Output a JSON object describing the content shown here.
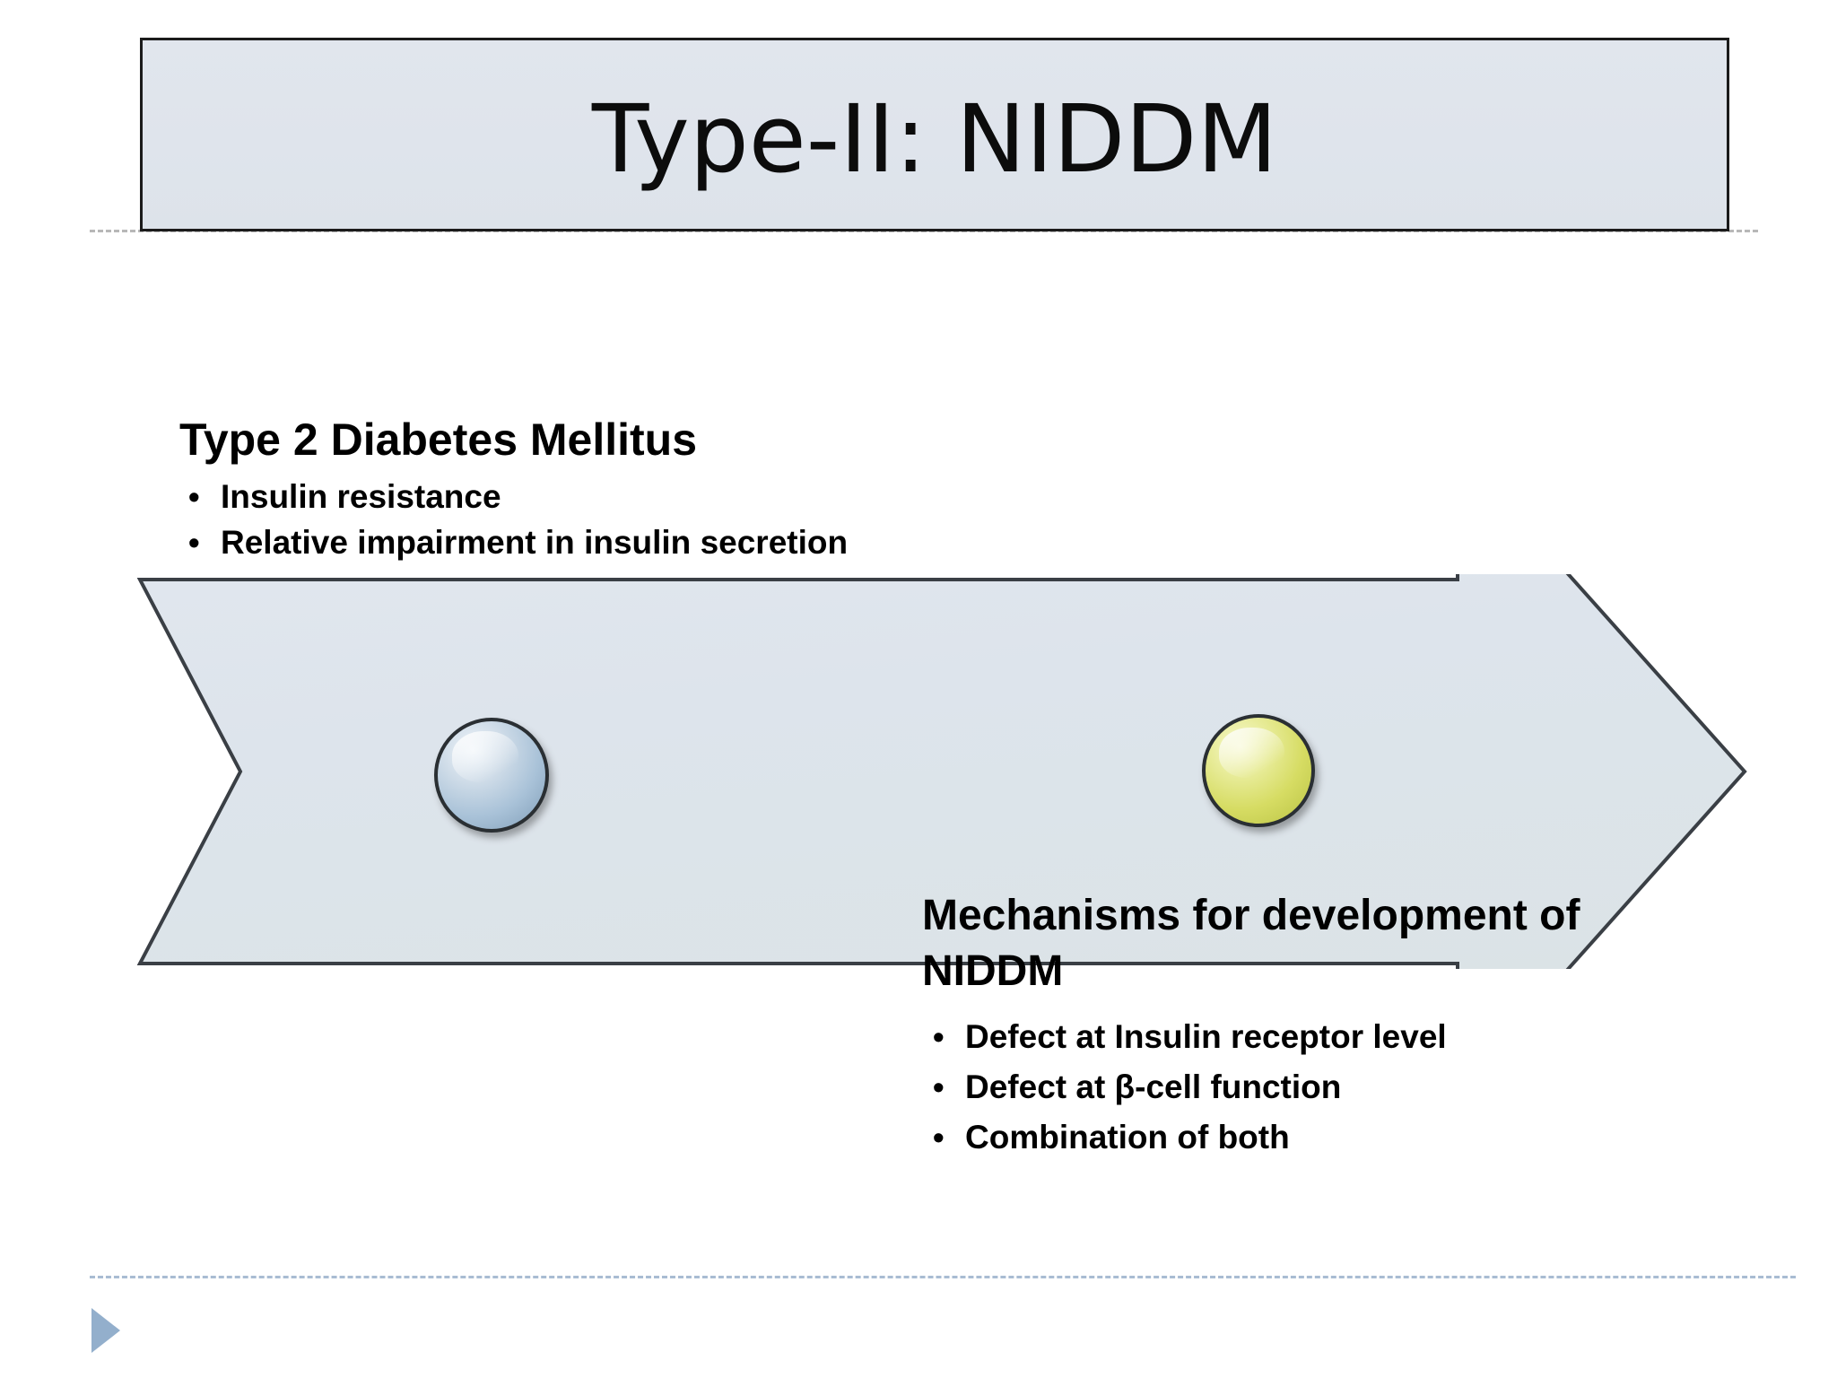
{
  "slide": {
    "title": "Type-II: NIDDM",
    "background_color": "#ffffff"
  },
  "title_bar": {
    "fill_color": "#dfe4ec",
    "border_color": "#1b1b1b",
    "divider_color": "#b8b8b8"
  },
  "arrow": {
    "icon": "right-arrow-shape",
    "fill_color": "#dde4ec",
    "border_color": "#3a3f45",
    "direction": "right"
  },
  "markers": [
    {
      "id": "blue-sphere",
      "icon": "sphere-icon",
      "color": "#a9c2d8",
      "border_color": "#2a2f33",
      "label": "Type 2 Diabetes Mellitus"
    },
    {
      "id": "yellow-sphere",
      "icon": "sphere-icon",
      "color": "#d6dc63",
      "border_color": "#2a2f33",
      "label": "Mechanisms for development of NIDDM"
    }
  ],
  "left_block": {
    "heading": "Type 2 Diabetes Mellitus",
    "bullet_glyph": "•",
    "items": [
      "Insulin resistance",
      "Relative impairment in insulin secretion"
    ]
  },
  "right_block": {
    "heading": "Mechanisms for development of NIDDM",
    "bullet_glyph": "•",
    "items": [
      "Defect at Insulin receptor level",
      "Defect at β-cell function",
      "Combination of both"
    ]
  },
  "footer": {
    "divider_color": "#a9bcd3",
    "marker_icon": "triangle-right-icon",
    "marker_color": "#93afcc"
  }
}
